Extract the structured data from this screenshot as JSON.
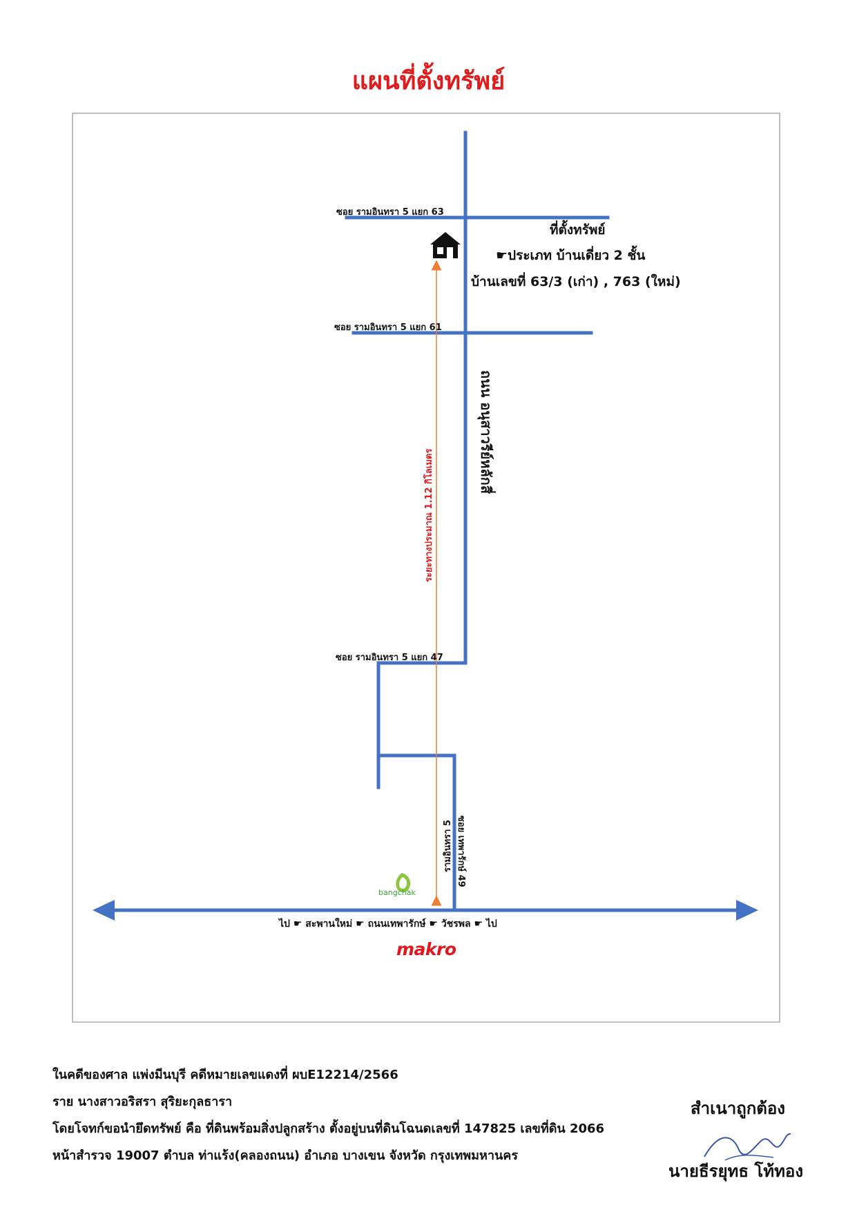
{
  "title": "แผนที่ตั้งทรัพย์",
  "map": {
    "soi_63": "ซอย รามอินทรา 5 แยก 63",
    "soi_61": "ซอย รามอินทรา 5 แยก 61",
    "soi_47": "ซอย รามอินทรา 5 แยก 47",
    "property_location": "ที่ตั้งทรัพย์",
    "property_type": "ประเภท บ้านเดี่ยว 2 ชั้น",
    "house_number": "บ้านเลขที่ 63/3 (เก่า) , 763 (ใหม่)",
    "main_road_vertical": "ถนน อนุสาวรีย์หลักสี่",
    "distance": "ระยะทางประมาณ 1.12 กิโลเมตร",
    "ramindra_5": "รามอินทรา 5",
    "soi_thepharak_49": "ซอย เทพารักษ์ 49",
    "direction_line": {
      "go_left": "ไป",
      "saphan_mai": "สะพานใหม่",
      "thepharak_road": "ถนนเทพารักษ์",
      "watcharaphon": "วัชรพล",
      "go_right": "ไป"
    },
    "brand_bangchak": "bangchak",
    "brand_makro": "makro",
    "road_color": "#4472c4",
    "distance_arrow_color": "#ed7d31",
    "title_color": "#e01b1b",
    "icons": [
      "house-icon",
      "pointing-hand-icon"
    ]
  },
  "footer": {
    "line1": "ในคดีของศาล แพ่งมีนบุรี คดีหมายเลขแดงที่ ผบE12214/2566",
    "line2": "ราย นางสาวอริสรา สุริยะกุลธารา",
    "line3": "โดยโจทก์ขอนำยึดทรัพย์ คือ ที่ดินพร้อมสิ่งปลูกสร้าง ตั้งอยู่บนที่ดินโฉนดเลขที่ 147825 เลขที่ดิน 2066",
    "line4": "หน้าสำรวจ 19007 ตำบล ท่าแร้ง(คลองถนน) อำเภอ บางเขน จังหวัด กรุงเทพมหานคร"
  },
  "certification": {
    "certified_copy": "สำเนาถูกต้อง",
    "signer": "นายธีรยุทธ โท้ทอง"
  }
}
